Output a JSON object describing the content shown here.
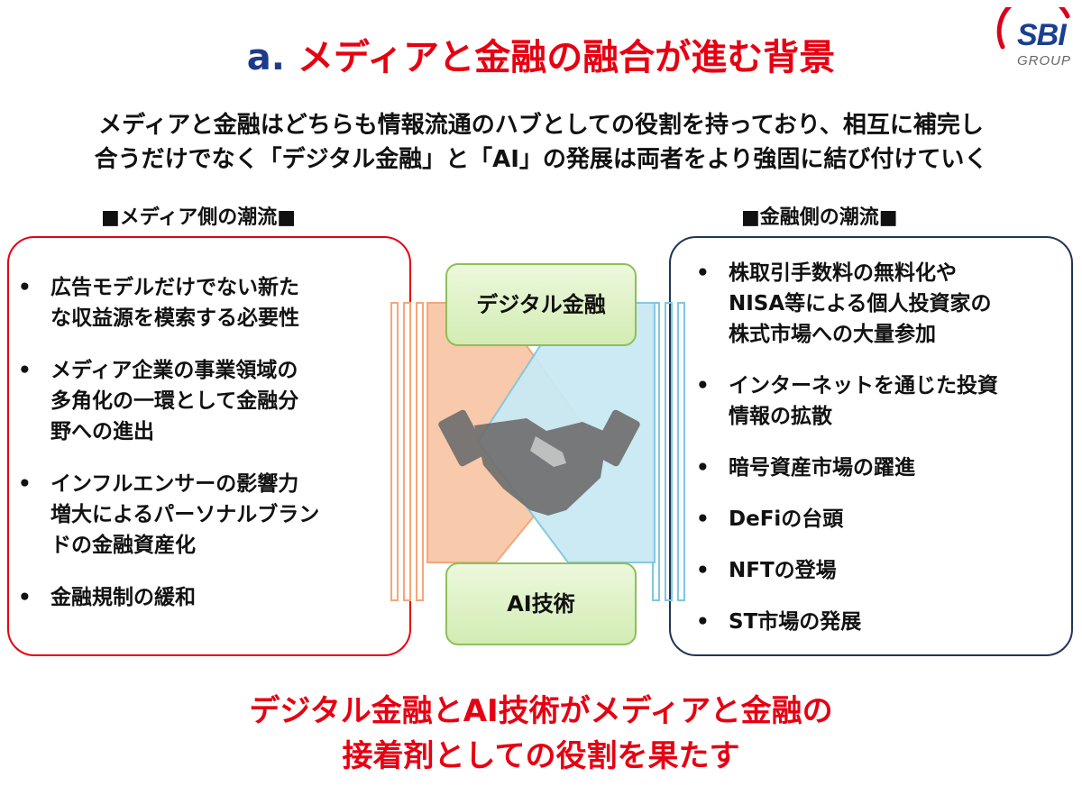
{
  "logo": {
    "text": "SBI",
    "subtext": "GROUP"
  },
  "title": {
    "prefix": "a.",
    "main": "メディアと金融の融合が進む背景"
  },
  "subtitle": {
    "line1": "メディアと金融はどちらも情報流通のハブとしての役割を持っており、相互に補完し",
    "line2": "合うだけでなく「デジタル金融」と「AI」の発展は両者をより強固に結び付けていく"
  },
  "left": {
    "heading": "■メディア側の潮流■",
    "items": [
      {
        "line1": "広告モデルだけでない新た",
        "line2": "な収益源を模索する必要性"
      },
      {
        "line1": "メディア企業の事業領域の",
        "line2": "多角化の一環として金融分",
        "line3": "野への進出"
      },
      {
        "line1": "インフルエンサーの影響力",
        "line2": "増大によるパーソナルブラン",
        "line3": "ドの金融資産化"
      },
      {
        "line1": "金融規制の緩和"
      }
    ]
  },
  "right": {
    "heading": "■金融側の潮流■",
    "items": [
      {
        "line1": "株取引手数料の無料化や",
        "line2": "NISA等による個人投資家の",
        "line3": "株式市場への大量参加"
      },
      {
        "line1": "インターネットを通じた投資",
        "line2": "情報の拡散"
      },
      {
        "line1": "暗号資産市場の躍進"
      },
      {
        "line1": "DeFiの台頭"
      },
      {
        "line1": "NFTの登場"
      },
      {
        "line1": "ST市場の発展"
      }
    ]
  },
  "center": {
    "top_label": "デジタル金融",
    "bottom_label": "AI技術",
    "icon": "handshake-icon"
  },
  "conclusion": {
    "line1": "デジタル金融とAI技術がメディアと金融の",
    "line2": "接着剤としての役割を果たす"
  },
  "colors": {
    "accent_red": "#e60012",
    "navy": "#1f3655",
    "title_blue": "#1e3a8a",
    "green_fill": "#d9f0c0"
  }
}
